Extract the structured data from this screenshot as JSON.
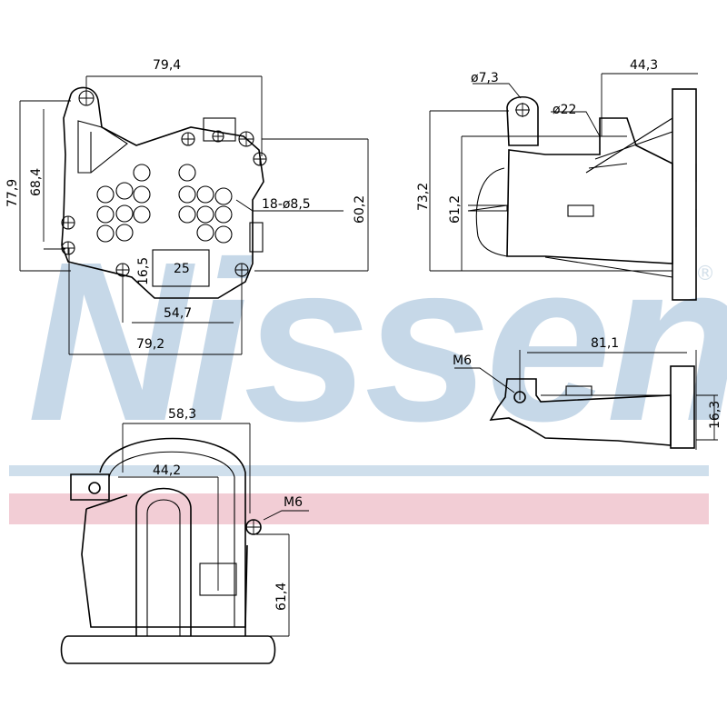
{
  "watermark": {
    "brand": "Nissens",
    "registered": "®",
    "stripe_blue": "#cfdfec",
    "stripe_pink": "#f2cdd5",
    "text_color": "#c6d8e8"
  },
  "front_view": {
    "width_top": "79,4",
    "height_total": "77,9",
    "height_inner": "68,4",
    "holes": "18-ø8,5",
    "height_right": "60,2",
    "slot_height": "16,5",
    "slot_width": "25",
    "bolt_spacing_inner": "54,7",
    "bolt_spacing_outer": "79,2"
  },
  "side_view": {
    "hole_diameter": "ø7,3",
    "depth_top": "44,3",
    "pipe_diameter": "ø22",
    "height_total": "73,2",
    "height_inner": "61,2"
  },
  "bottom_view": {
    "thread": "M6",
    "length": "81,1",
    "flange_thickness": "16,3"
  },
  "rear_view": {
    "width": "58,3",
    "inner_width": "44,2",
    "thread": "M6",
    "height": "61,4"
  }
}
